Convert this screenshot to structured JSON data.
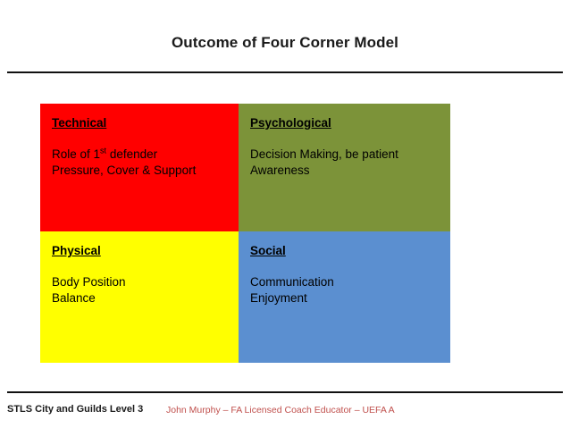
{
  "slide": {
    "title": "Outcome of Four Corner Model",
    "quadrants": [
      {
        "key": "technical",
        "heading": "Technical",
        "lines": [
          "Role of 1st defender",
          "Pressure, Cover & Support"
        ],
        "line1_main": "Role of 1",
        "line1_sup": "st",
        "line1_rest": " defender",
        "color": "#ff0000"
      },
      {
        "key": "psychological",
        "heading": "Psychological",
        "lines": [
          "Decision Making, be patient",
          "Awareness"
        ],
        "color": "#7c9339"
      },
      {
        "key": "physical",
        "heading": "Physical",
        "lines": [
          "Body Position",
          "Balance"
        ],
        "color": "#ffff00"
      },
      {
        "key": "social",
        "heading": "Social",
        "lines": [
          "Communication",
          "Enjoyment"
        ],
        "color": "#5b8fd0"
      }
    ],
    "footer": {
      "left": "STLS City and Guilds Level 3",
      "center": "John Murphy – FA Licensed Coach Educator – UEFA A",
      "center_color": "#c0504d"
    }
  }
}
